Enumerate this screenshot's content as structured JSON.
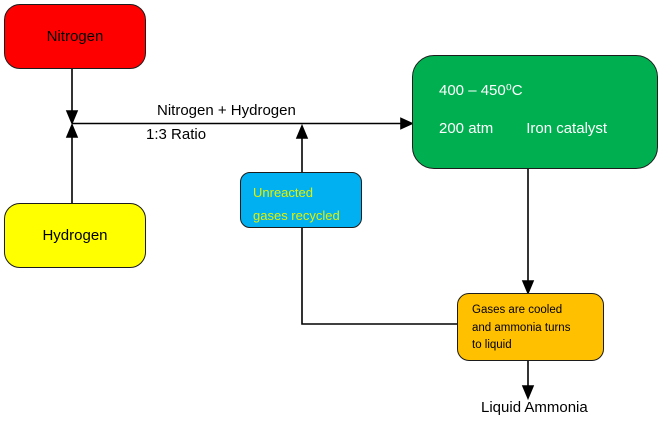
{
  "diagram": {
    "title_hint": "Haber process flowchart",
    "boxes": {
      "nitrogen": {
        "label": "Nitrogen",
        "color": "#ff0000"
      },
      "hydrogen": {
        "label": "Hydrogen",
        "color": "#ffff00"
      },
      "conditions": {
        "temperature": "400 – 450⁰C",
        "pressure": "200 atm",
        "catalyst": "Iron catalyst",
        "color": "#00b050",
        "text_color": "#ffffff"
      },
      "recycle": {
        "lines": [
          "Unreacted",
          "gases recycled"
        ],
        "color": "#00b0f0",
        "text_color": "#e3f000"
      },
      "cooling": {
        "lines": [
          "Gases are cooled",
          "and ammonia turns",
          "to liquid"
        ],
        "color": "#ffc000"
      }
    },
    "labels": {
      "stream": "Nitrogen + Hydrogen",
      "ratio": "1:3 Ratio",
      "output": "Liquid Ammonia"
    },
    "connector_color": "#000000"
  }
}
